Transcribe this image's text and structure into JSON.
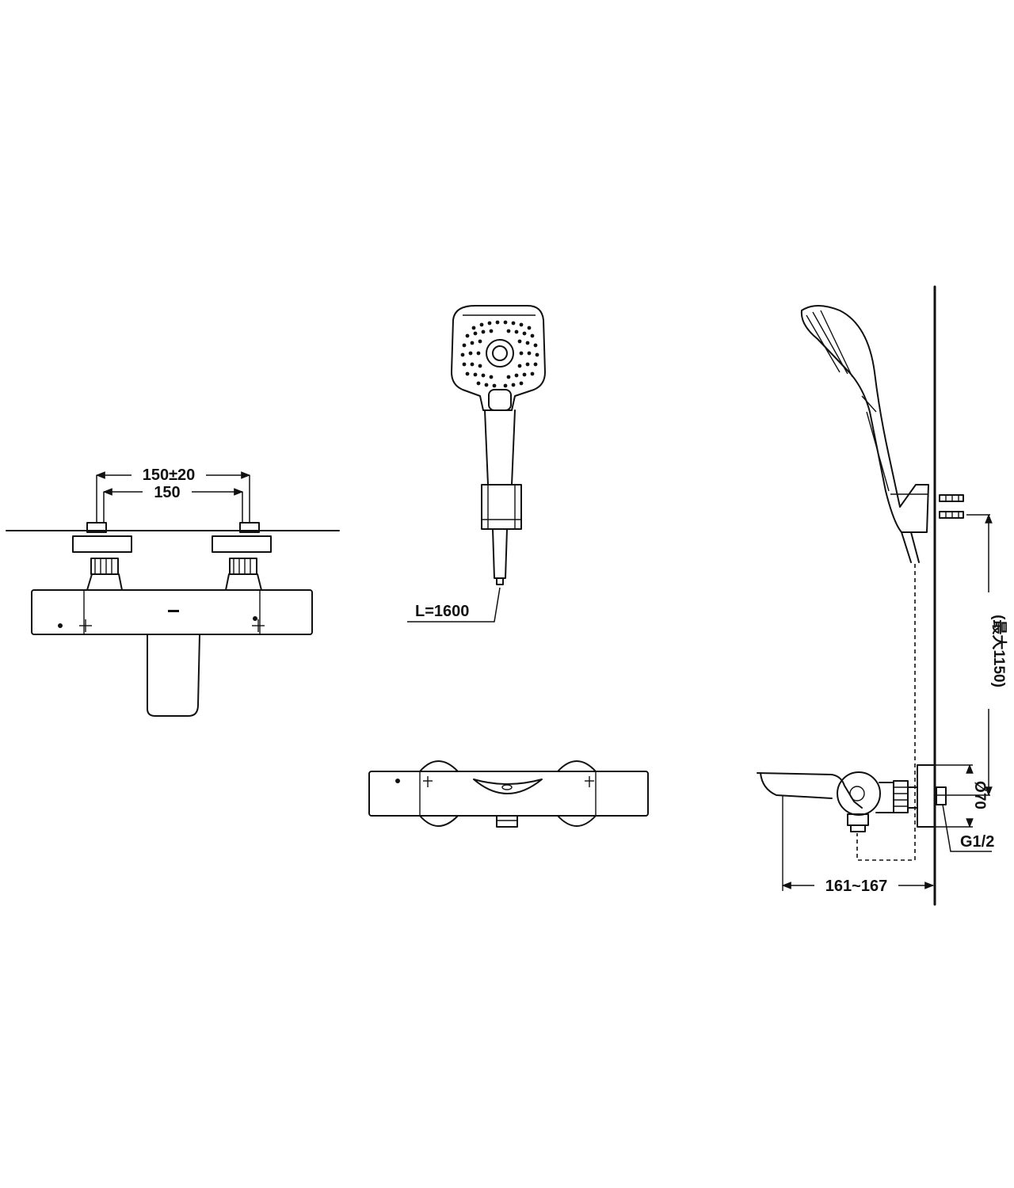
{
  "dimensions": {
    "inlet_spacing_range": "150±20",
    "inlet_spacing": "150",
    "hose_length": "L=1600",
    "max_height": "(最大1150)",
    "flange_diameter": "Ø70",
    "thread": "G1/2",
    "projection": "161~167"
  }
}
